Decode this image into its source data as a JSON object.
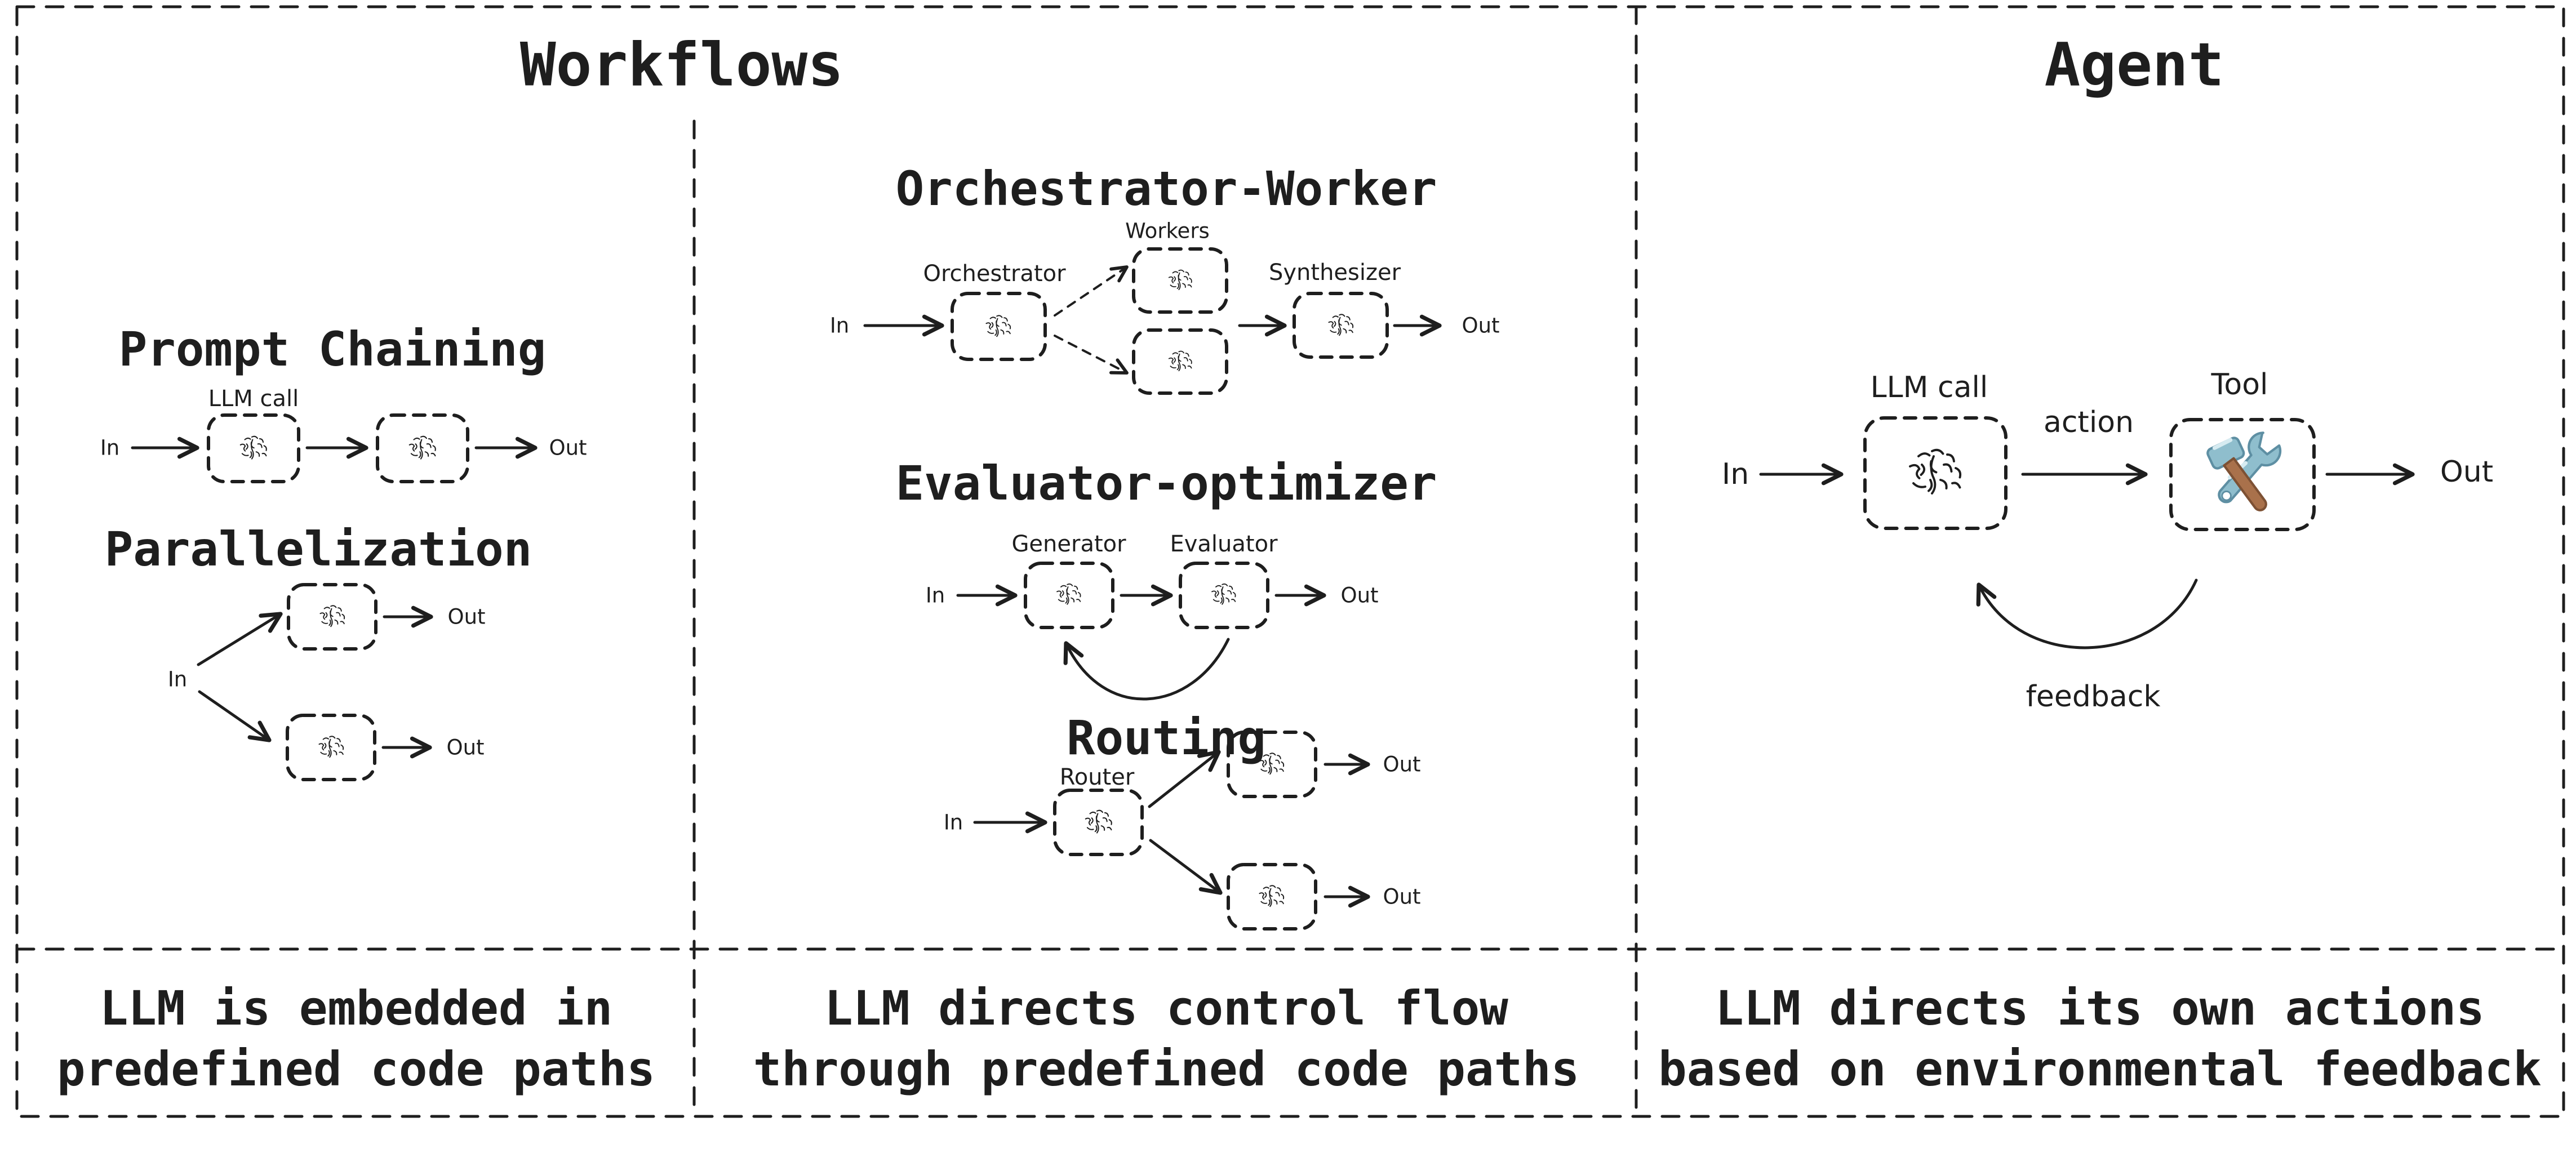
{
  "titles": {
    "workflows": "Workflows",
    "agent": "Agent"
  },
  "sections": {
    "prompt_chaining": {
      "heading": "Prompt Chaining",
      "in": "In",
      "llm_call": "LLM call",
      "out": "Out"
    },
    "parallelization": {
      "heading": "Parallelization",
      "in": "In",
      "out_top": "Out",
      "out_bottom": "Out"
    },
    "orchestrator_worker": {
      "heading": "Orchestrator-Worker",
      "in": "In",
      "orchestrator": "Orchestrator",
      "workers": "Workers",
      "synthesizer": "Synthesizer",
      "out": "Out"
    },
    "evaluator_optimizer": {
      "heading": "Evaluator-optimizer",
      "in": "In",
      "generator": "Generator",
      "evaluator": "Evaluator",
      "out": "Out"
    },
    "routing": {
      "heading": "Routing",
      "in": "In",
      "router": "Router",
      "out_top": "Out",
      "out_bottom": "Out"
    },
    "agent": {
      "in": "In",
      "llm_call": "LLM call",
      "action": "action",
      "tool": "Tool",
      "out": "Out",
      "feedback": "feedback"
    }
  },
  "captions": {
    "workflows_left": {
      "line1": "LLM is embedded in",
      "line2": "predefined code paths"
    },
    "workflows_middle": {
      "line1": "LLM directs control flow",
      "line2": "through predefined code paths"
    },
    "agent": {
      "line1": "LLM directs its own actions",
      "line2": "based on environmental feedback"
    }
  },
  "colors": {
    "ink": "#1e1e1e",
    "background": "#ffffff",
    "tool_blue": "#8fbecd",
    "tool_blue_dark": "#5e8fa3",
    "tool_blue_light": "#d6ebf1",
    "tool_brown": "#a9714b",
    "tool_brown_dark": "#7d5134"
  }
}
